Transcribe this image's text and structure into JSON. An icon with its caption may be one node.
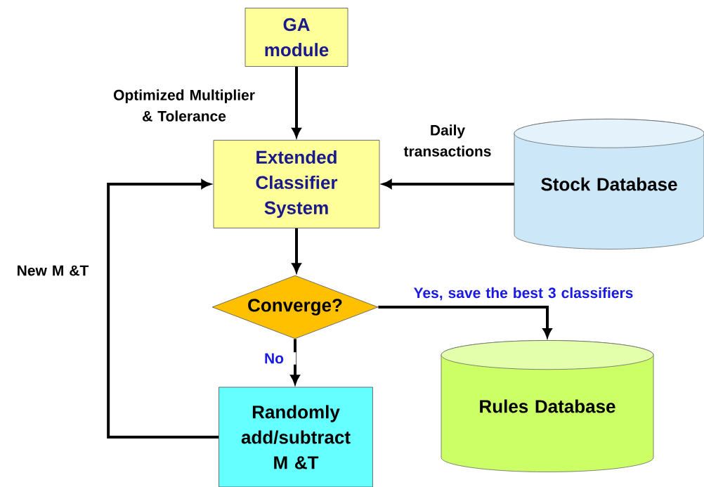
{
  "diagram": {
    "nodes": [
      {
        "text": [
          "GA module"
        ]
      },
      {
        "text": [
          "Extended Classifier System"
        ]
      },
      {
        "text": [
          "Stock Database"
        ]
      },
      {
        "text": [
          "Converge?"
        ]
      },
      {
        "text": [
          "Randomly add/subtract M &T"
        ]
      },
      {
        "text": [
          "Rules Database"
        ]
      }
    ],
    "edges": [
      {
        "from": 0,
        "to": 1,
        "arrow": "to",
        "label": "Optimized Multiplier & Tolerance"
      },
      {
        "from": 2,
        "to": 1,
        "arrow": "to",
        "label": "Daily transactions"
      },
      {
        "from": 1,
        "to": 3,
        "arrow": "to"
      },
      {
        "from": 3,
        "to": 5,
        "arrow": "to",
        "label": "Yes, save the best 3 classifiers"
      },
      {
        "from": 3,
        "to": 4,
        "arrow": "to",
        "label": "No"
      },
      {
        "from": 4,
        "to": 1,
        "arrow": "to",
        "label": "New M &T"
      }
    ]
  }
}
